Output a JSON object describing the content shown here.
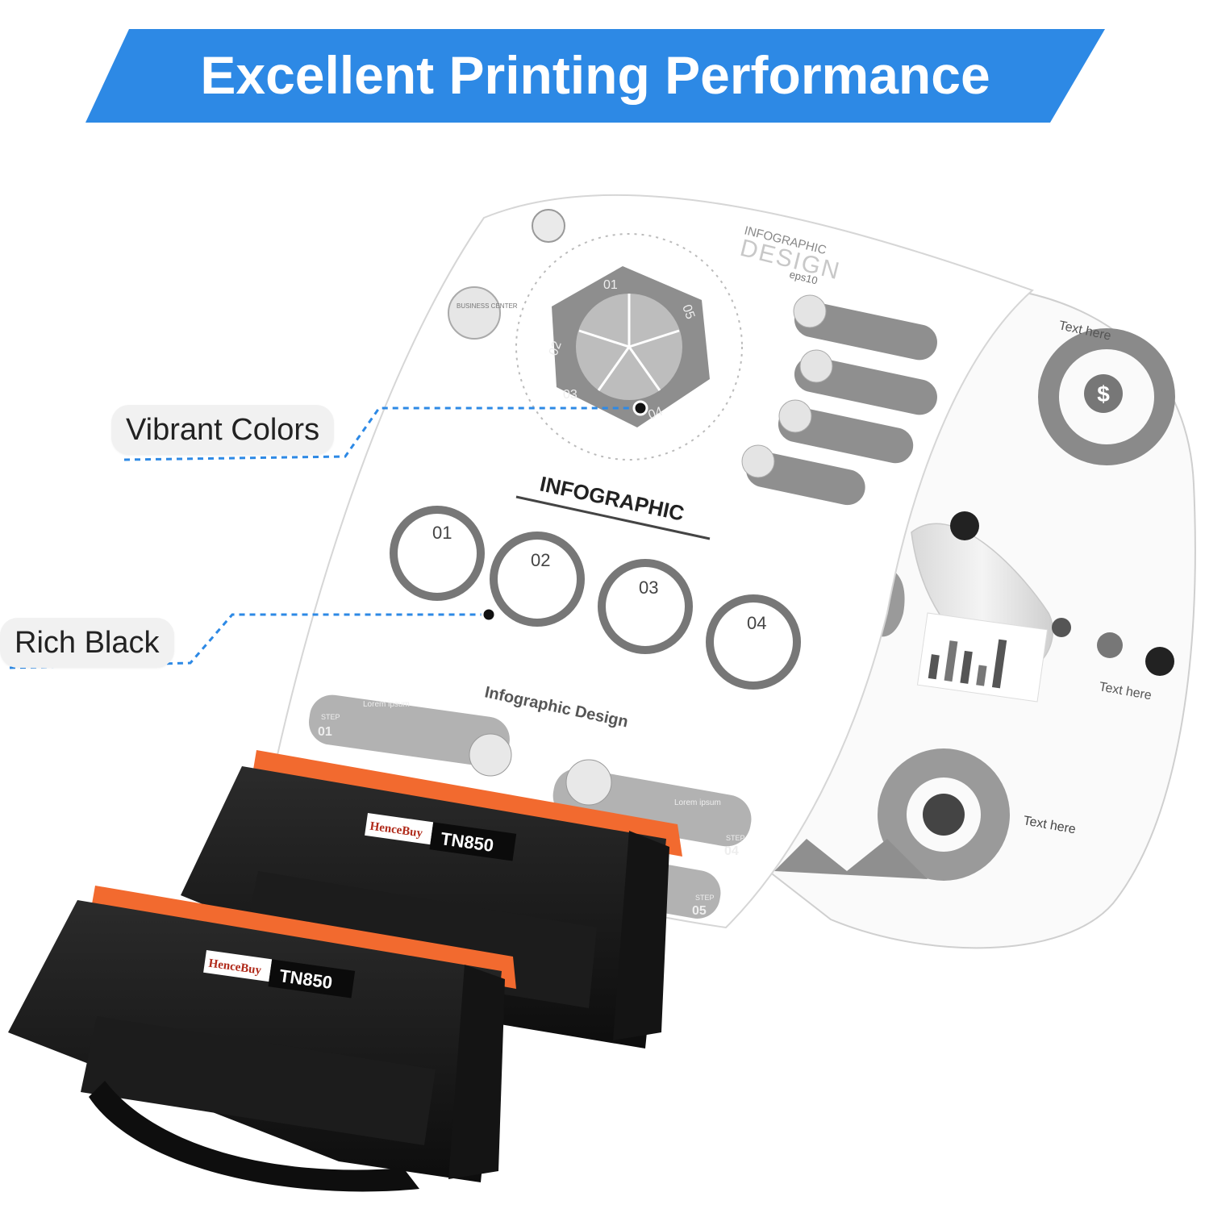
{
  "banner": {
    "title": "Excellent Printing Performance",
    "color": "#2d89e5"
  },
  "callouts": [
    {
      "label": "Vibrant Colors"
    },
    {
      "label": "Rich Black"
    }
  ],
  "sheet": {
    "header_line1": "INFOGRAPHIC",
    "header_line2": "DESIGN",
    "header_line3": "eps10",
    "business_center": "BUSINESS CENTER",
    "pentagon_numbers": [
      "01",
      "02",
      "03",
      "04",
      "05"
    ],
    "section_title": "INFOGRAPHIC",
    "circles": [
      "01",
      "02",
      "03",
      "04"
    ],
    "subtitle": "Infographic Design",
    "lorem": "Lorem ipsum",
    "step_label": "STEP",
    "steps": [
      "01",
      "04",
      "05"
    ],
    "text_here": "Text here"
  },
  "product": {
    "brand": "HenceBuy",
    "model": "TN850",
    "accent": "#f26a2f"
  }
}
